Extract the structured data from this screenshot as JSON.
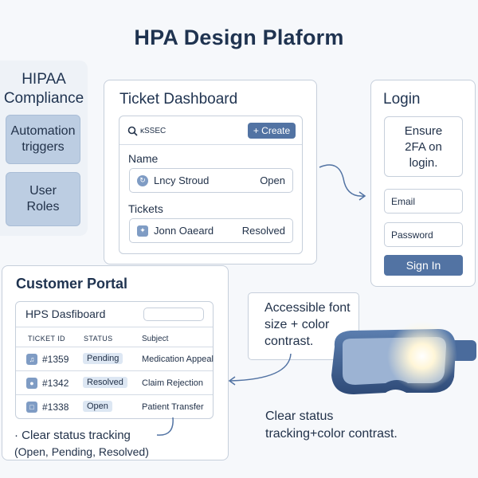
{
  "title": "HPA Design Plaform",
  "sidebar": {
    "heading_line1": "HIPAA",
    "heading_line2": "Compliance",
    "items": [
      {
        "line1": "Automation",
        "line2": "triggers"
      },
      {
        "line1": "User",
        "line2": "Roles"
      }
    ]
  },
  "ticket_dashboard": {
    "title": "Ticket Dashboard",
    "search_text": "ĸSSEC",
    "create_label": "+ Create",
    "name_label": "Name",
    "name_row": {
      "name": "Lncy Stroud",
      "status": "Open"
    },
    "tickets_label": "Tickets",
    "ticket_row": {
      "name": "Jonn Oaeard",
      "status": "Resolved"
    }
  },
  "login": {
    "title": "Login",
    "note_line1": "Ensure",
    "note_line2": "2FA on",
    "note_line3": "login.",
    "email_placeholder": "Email",
    "password_placeholder": "Password",
    "signin_label": "Sign In"
  },
  "customer_portal": {
    "title": "Customer Portal",
    "dashboard_title": "HPS Dasfiboard",
    "columns": [
      "TICKET ID",
      "STATUS",
      "Subject"
    ],
    "rows": [
      {
        "id": "#1359",
        "status": "Pending",
        "subject": "Medication Appeal"
      },
      {
        "id": "#1342",
        "status": "Resolved",
        "subject": "Claim Rejection"
      },
      {
        "id": "#1338",
        "status": "Open",
        "subject": "Patient Transfer"
      }
    ],
    "note_line1": "· Clear status tracking",
    "note_line2": "(Open, Pending, Resolved)"
  },
  "callout": {
    "line1": "Accessible font",
    "line2": "size + color",
    "line3": "contrast."
  },
  "vr_caption": {
    "line1": "Clear status",
    "line2": "tracking+color contrast."
  },
  "colors": {
    "accent": "#5273a3",
    "border": "#c6cfdb",
    "sidebar_item": "#bccde2",
    "pill": "#dde7f3"
  }
}
